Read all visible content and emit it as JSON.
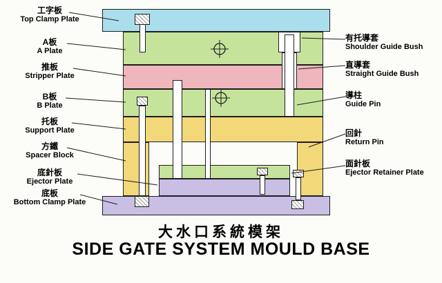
{
  "title": {
    "zh": "大水口系統模架",
    "en": "SIDE GATE SYSTEM MOULD BASE"
  },
  "labels_left": [
    {
      "zh": "工字板",
      "en": "Top Clamp Plate"
    },
    {
      "zh": "A板",
      "en": "A Plate"
    },
    {
      "zh": "推板",
      "en": "Stripper Plate"
    },
    {
      "zh": "B板",
      "en": "B Plate"
    },
    {
      "zh": "托板",
      "en": "Support Plate"
    },
    {
      "zh": "方鐵",
      "en": "Spacer Block"
    },
    {
      "zh": "底針板",
      "en": "Ejector Plate"
    },
    {
      "zh": "底板",
      "en": "Bottom Clamp Plate"
    }
  ],
  "labels_right": [
    {
      "zh": "有托導套",
      "en": "Shoulder Guide Bush"
    },
    {
      "zh": "直導套",
      "en": "Straight Guide Bush"
    },
    {
      "zh": "導柱",
      "en": "Guide Pin"
    },
    {
      "zh": "回針",
      "en": "Return Pin"
    },
    {
      "zh": "面針板",
      "en": "Ejector Retainer Plate"
    }
  ],
  "colors": {
    "top_clamp_plate": "#aadeed",
    "a_plate": "#c6e39c",
    "stripper_plate": "#f0b6bd",
    "b_plate": "#c6e39c",
    "support_plate": "#f2d878",
    "spacer_block": "#f2d878",
    "ejector_retainer_plate": "#c6e39c",
    "ejector_plate": "#c9bfe4",
    "bottom_clamp_plate": "#c9bfe4",
    "line": "#1d1d1d"
  }
}
